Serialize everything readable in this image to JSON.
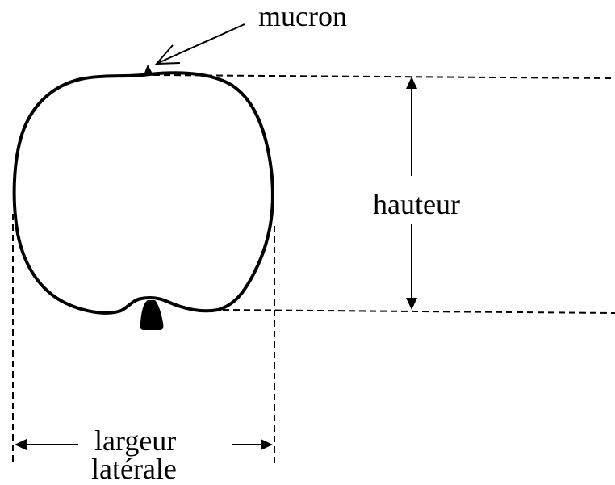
{
  "labels": {
    "mucron": "mucron",
    "hauteur": "hauteur",
    "largeur_line1": "largeur",
    "largeur_line2": "latérale"
  },
  "colors": {
    "stroke": "#000000",
    "background": "#ffffff"
  }
}
